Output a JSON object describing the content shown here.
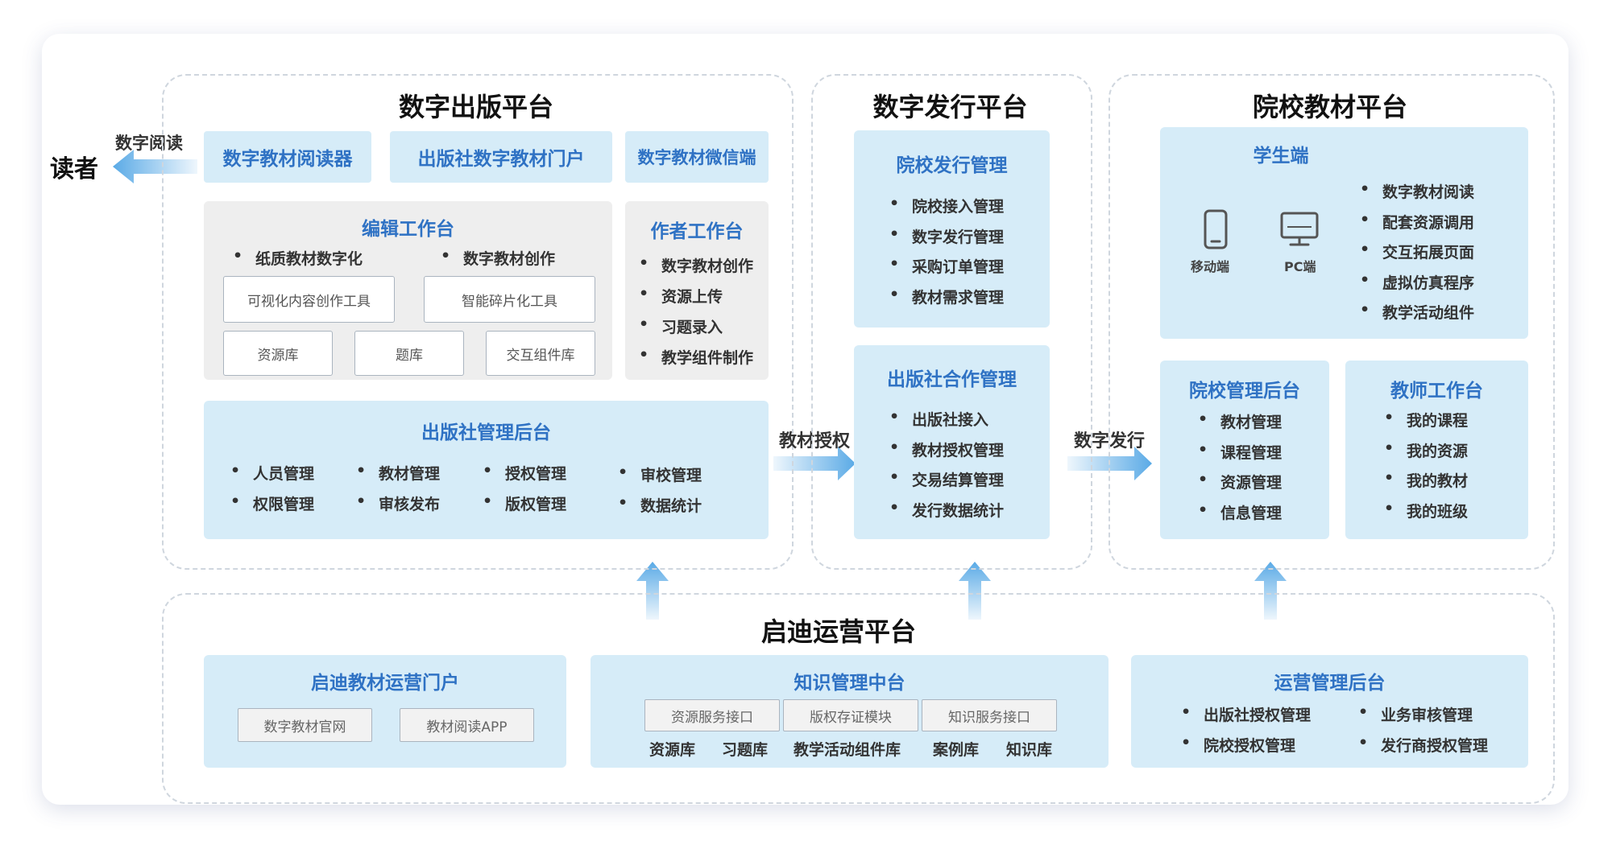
{
  "reader": {
    "label": "读者",
    "arrow_label": "数字阅读"
  },
  "publishing": {
    "title": "数字出版平台",
    "tags": [
      "数字教材阅读器",
      "出版社数字教材门户",
      "数字教材微信端"
    ],
    "editor": {
      "title": "编辑工作台",
      "bullets": [
        "纸质教材数字化",
        "数字教材创作"
      ],
      "tools": [
        "可视化内容创作工具",
        "智能碎片化工具"
      ],
      "libs": [
        "资源库",
        "题库",
        "交互组件库"
      ]
    },
    "author": {
      "title": "作者工作台",
      "items": [
        "数字教材创作",
        "资源上传",
        "习题录入",
        "教学组件制作"
      ]
    },
    "admin": {
      "title": "出版社管理后台",
      "cols": [
        [
          "人员管理",
          "权限管理"
        ],
        [
          "教材管理",
          "审核发布"
        ],
        [
          "授权管理",
          "版权管理"
        ],
        [
          "审校管理",
          "数据统计"
        ]
      ]
    }
  },
  "flow": {
    "authorize": "教材授权",
    "distribute": "数字发行"
  },
  "distribution": {
    "title": "数字发行平台",
    "school": {
      "title": "院校发行管理",
      "items": [
        "院校接入管理",
        "数字发行管理",
        "采购订单管理",
        "教材需求管理"
      ]
    },
    "publisher": {
      "title": "出版社合作管理",
      "items": [
        "出版社接入",
        "教材授权管理",
        "交易结算管理",
        "发行数据统计"
      ]
    }
  },
  "campus": {
    "title": "院校教材平台",
    "student": {
      "title": "学生端",
      "devices": [
        "移动端",
        "PC端"
      ],
      "items": [
        "数字教材阅读",
        "配套资源调用",
        "交互拓展页面",
        "虚拟仿真程序",
        "教学活动组件"
      ]
    },
    "admin": {
      "title": "院校管理后台",
      "items": [
        "教材管理",
        "课程管理",
        "资源管理",
        "信息管理"
      ]
    },
    "teacher": {
      "title": "教师工作台",
      "items": [
        "我的课程",
        "我的资源",
        "我的教材",
        "我的班级"
      ]
    }
  },
  "ops": {
    "title": "启迪运营平台",
    "portal": {
      "title": "启迪教材运营门户",
      "items": [
        "数字教材官网",
        "教材阅读APP"
      ]
    },
    "knowledge": {
      "title": "知识管理中台",
      "modules": [
        "资源服务接口",
        "版权存证模块",
        "知识服务接口"
      ],
      "libs": [
        "资源库",
        "习题库",
        "教学活动组件库",
        "案例库",
        "知识库"
      ]
    },
    "admin": {
      "title": "运营管理后台",
      "items": [
        "出版社授权管理",
        "业务审核管理",
        "院校授权管理",
        "发行商授权管理"
      ]
    }
  },
  "colors": {
    "box": "#d6ecf8",
    "title_blue": "#2f72c4",
    "arrow": "#5aaae6"
  }
}
